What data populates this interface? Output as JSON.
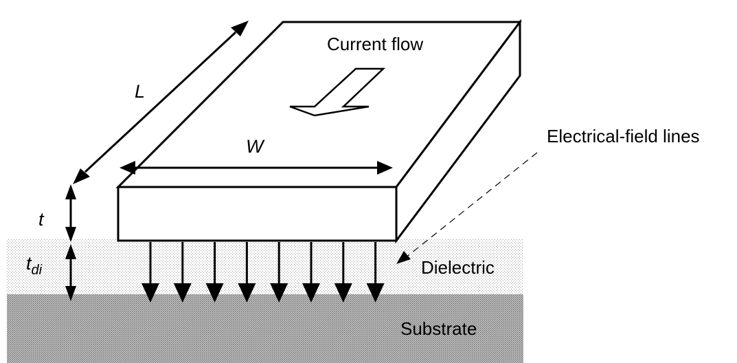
{
  "labels": {
    "length": "L",
    "width": "W",
    "thickness": "t",
    "dielectric_thickness_base": "t",
    "dielectric_thickness_sub": "di",
    "current_flow": "Current flow",
    "field_lines": "Electrical-field lines",
    "dielectric": "Dielectric",
    "substrate": "Substrate"
  },
  "colors": {
    "stroke": "#000000",
    "background": "#ffffff",
    "dielectric_dots": "#9a9a9a",
    "substrate_dots": "#6e6e6e"
  },
  "field_line_count": 8
}
